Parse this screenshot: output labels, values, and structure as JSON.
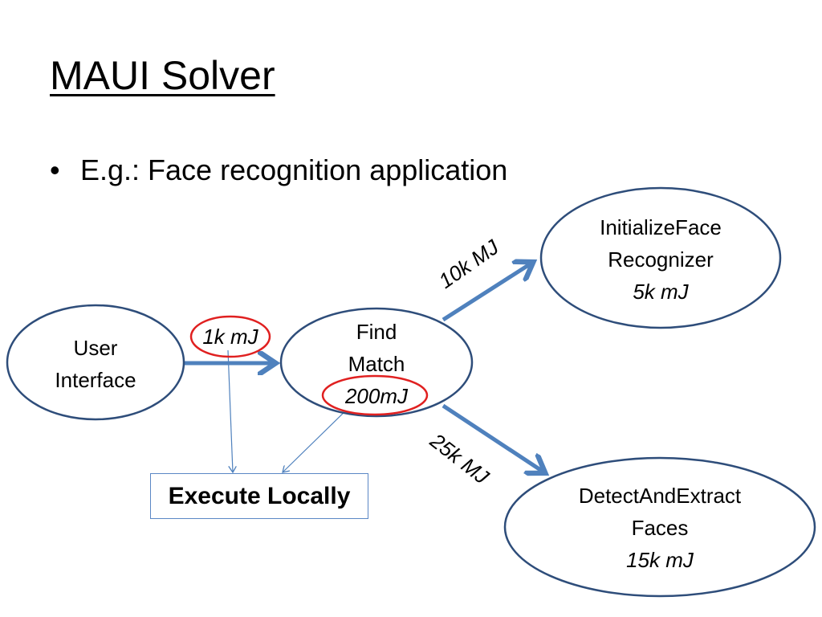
{
  "slide": {
    "title": "MAUI Solver",
    "bullet_symbol": "•",
    "bullet_text": "E.g.: Face recognition application"
  },
  "colors": {
    "node_outline": "#2e4d7a",
    "arrow": "#4f81bd",
    "thin_arrow": "#4f81bd",
    "highlight_oval": "#e02020",
    "box_border": "#5b87c5"
  },
  "nodes": {
    "user_interface": {
      "line1": "User",
      "line2": "Interface"
    },
    "find_match": {
      "line1": "Find",
      "line2": "Match",
      "cost": "200mJ"
    },
    "initialize_face_recognizer": {
      "line1": "InitializeFace",
      "line2": "Recognizer",
      "cost": "5k mJ"
    },
    "detect_and_extract_faces": {
      "line1": "DetectAndExtract",
      "line2": "Faces",
      "cost": "15k mJ"
    }
  },
  "edges": {
    "ui_to_find_match": {
      "label": "1k mJ"
    },
    "find_match_to_initialize": {
      "label": "10k MJ"
    },
    "find_match_to_detect": {
      "label": "25k MJ"
    }
  },
  "decision": {
    "label": "Execute Locally"
  }
}
